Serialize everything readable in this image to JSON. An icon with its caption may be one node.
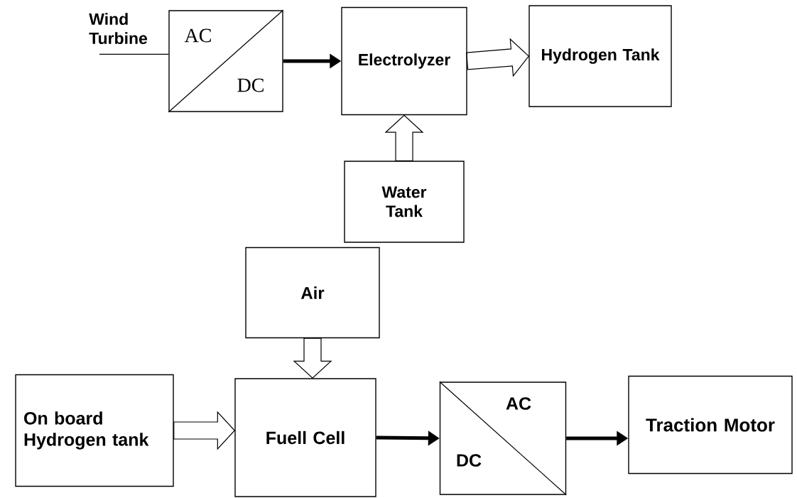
{
  "diagram": {
    "nodes": [
      {
        "text": [
          "Wind Turbine"
        ]
      },
      {
        "text": [
          "AC",
          "DC"
        ]
      },
      {
        "text": [
          "Electrolyzer"
        ]
      },
      {
        "text": [
          "Hydrogen Tank"
        ]
      },
      {
        "text": [
          "Water Tank"
        ]
      },
      {
        "text": [
          "Air"
        ]
      },
      {
        "text": [
          "On board Hydrogen tank"
        ]
      },
      {
        "text": [
          "Fuell Cell"
        ]
      },
      {
        "text": [
          "AC",
          "DC"
        ]
      },
      {
        "text": [
          "Traction Motor"
        ]
      }
    ],
    "edges": [
      {
        "from": 0,
        "to": 1,
        "arrow": "none"
      },
      {
        "from": 1,
        "to": 2,
        "arrow": "to"
      },
      {
        "from": 2,
        "to": 3,
        "arrow": "to",
        "style": "thick"
      },
      {
        "from": 4,
        "to": 2,
        "arrow": "to",
        "style": "thick"
      },
      {
        "from": 5,
        "to": 7,
        "arrow": "to",
        "style": "thick"
      },
      {
        "from": 6,
        "to": 7,
        "arrow": "to",
        "style": "thick"
      },
      {
        "from": 7,
        "to": 8,
        "arrow": "to"
      },
      {
        "from": 8,
        "to": 9,
        "arrow": "to"
      }
    ]
  }
}
